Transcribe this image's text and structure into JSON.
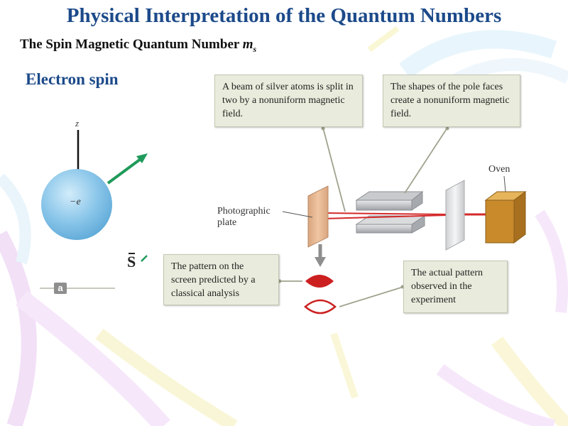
{
  "title": "Physical Interpretation of the Quantum Numbers",
  "subtitle_text": "The Spin Magnetic Quantum Number ",
  "subtitle_symbol": "m",
  "subtitle_subscript": "s",
  "section_heading": "Electron spin",
  "figure": {
    "z_axis_label": "z",
    "charge_label": "−e",
    "spin_label": "S",
    "panel_label": "a",
    "label_photographic_plate": "Photographic plate",
    "label_oven": "Oven",
    "callout_beam": "A beam of silver atoms is split in two by a nonuniform magnetic field.",
    "callout_poles": "The shapes of the pole faces create a nonuniform magnetic field.",
    "callout_classical": "The pattern on the screen predicted by a classical analysis",
    "callout_actual": "The actual pattern observed in the experiment"
  },
  "colors": {
    "title_blue": "#1c4a8a",
    "beam_red": "#d42a2a",
    "sphere_blue": "#7fc1e8",
    "spin_arrow_green": "#1f9a5a",
    "plate_tan": "#e6b892",
    "oven_gold": "#c98a2c",
    "callout_bg": "#e9ecdc"
  }
}
